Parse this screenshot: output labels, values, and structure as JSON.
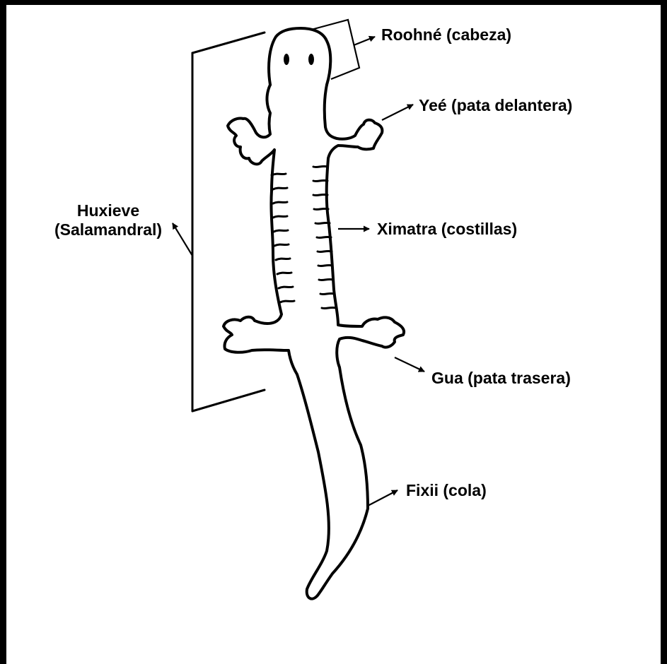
{
  "labels": {
    "head": "Roohné (cabeza)",
    "front_leg": "Yeé (pata delantera)",
    "whole_line1": "Huxieve",
    "whole_line2": "(Salamandral)",
    "ribs": "Ximatra (costillas)",
    "hind_leg": "Gua (pata trasera)",
    "tail": "Fixii (cola)"
  },
  "colors": {
    "ink": "#000000",
    "background": "#ffffff"
  }
}
